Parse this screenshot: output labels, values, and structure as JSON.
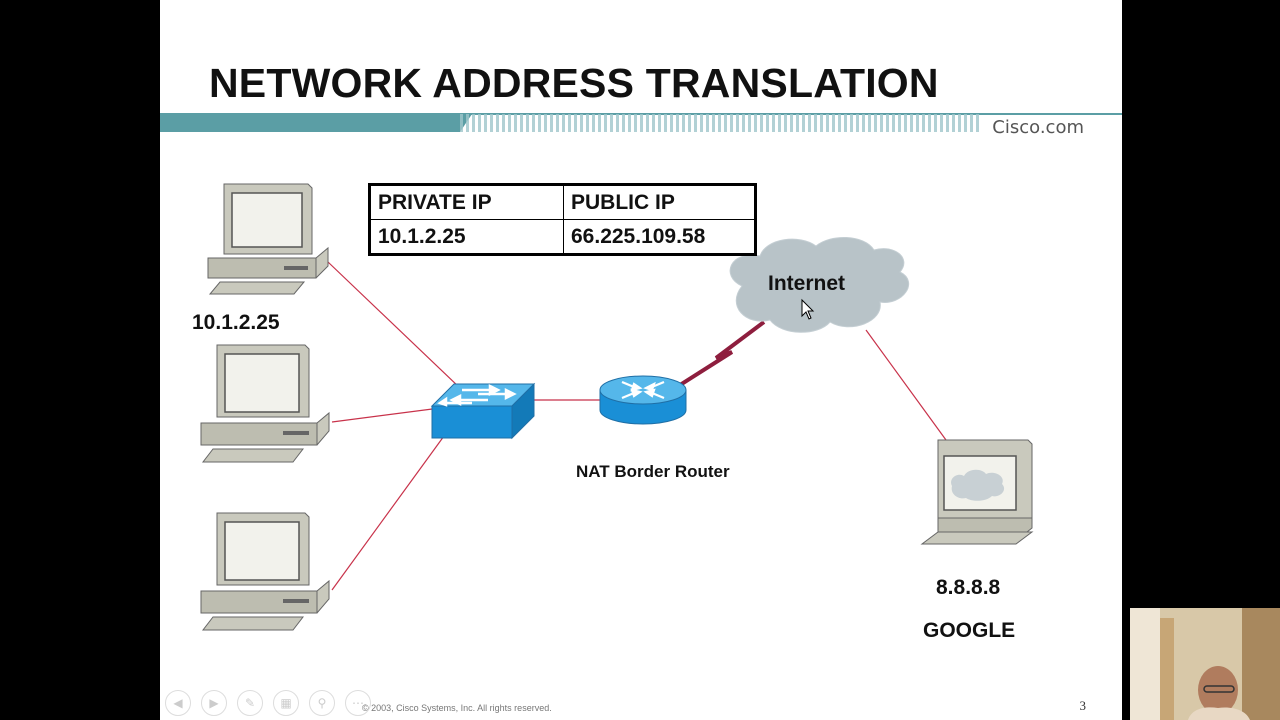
{
  "slide": {
    "title": "NETWORK ADDRESS TRANSLATION",
    "brand": "Cisco.com",
    "copyright": "© 2003, Cisco Systems, Inc. All rights reserved.",
    "page_number": "3"
  },
  "nat_table": {
    "headers": [
      "PRIVATE IP",
      "PUBLIC IP"
    ],
    "rows": [
      [
        "10.1.2.25",
        "66.225.109.58"
      ]
    ]
  },
  "labels": {
    "pc1": "10.1.2.25",
    "internet": "Internet",
    "router": "NAT Border Router",
    "server_ip": "8.8.8.8",
    "server_name": "GOOGLE"
  },
  "colors": {
    "link": "#c8324a",
    "serial_link": "#8e1e3e",
    "device_blue": "#1a8fd6",
    "cloud": "#b8c3c8",
    "header_bar": "#5b9ea5"
  },
  "icons": {
    "switch": "switch-icon",
    "router": "router-icon",
    "cloud": "cloud-icon",
    "computer": "computer-icon",
    "server": "server-icon",
    "pointer": "mouse-pointer-icon"
  },
  "player_controls": [
    "previous",
    "next",
    "pen",
    "slides",
    "zoom",
    "more"
  ]
}
